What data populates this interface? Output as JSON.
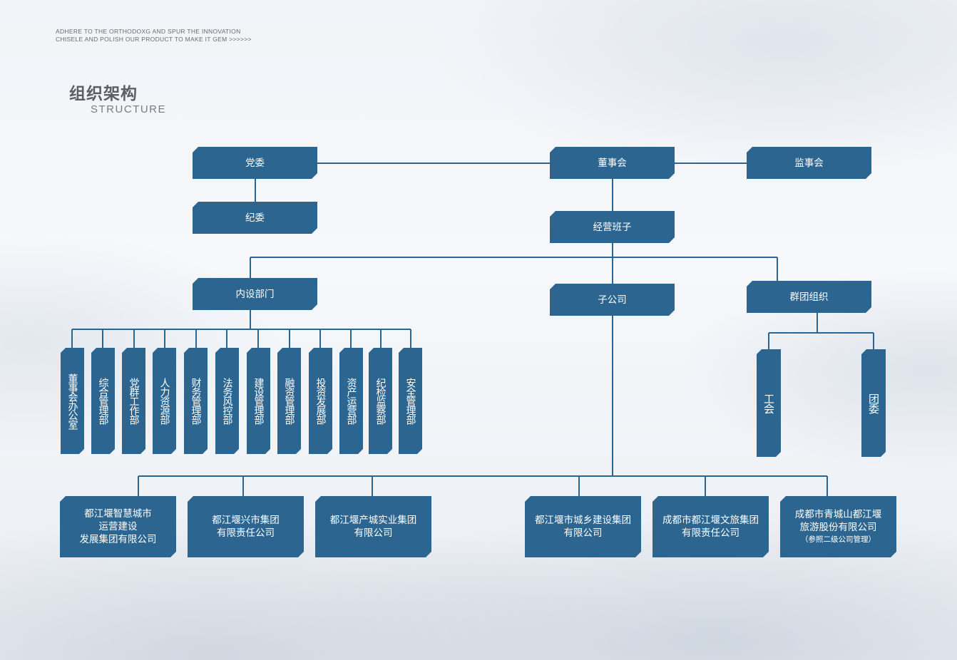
{
  "header": {
    "slogan_line1": "ADHERE TO THE ORTHODOXG AND  SPUR THE INNOVATION",
    "slogan_line2": "CHISELE AND POLISH OUR PRODUCT TO MAKE IT GEM  >>>>>>",
    "title": "组织架构",
    "subtitle": "STRUCTURE"
  },
  "colors": {
    "node_fill": "#2c6690",
    "line": "#2c6690",
    "text": "#ffffff"
  },
  "top": {
    "party_committee": "党委",
    "board": "董事会",
    "supervisory_board": "监事会",
    "discipline_committee": "纪委",
    "management_team": "经营班子"
  },
  "branches": {
    "internal_departments": "内设部门",
    "subsidiaries": "子公司",
    "mass_organizations": "群团组织"
  },
  "departments": [
    "董事会办公室",
    "综合管理部",
    "党群工作部",
    "人力资源部",
    "财务管理部",
    "法务风控部",
    "建设管理部",
    "融资管理部",
    "投资发展部",
    "资产运营部",
    "纪检监察部",
    "安全管理部"
  ],
  "mass_orgs": [
    "工会",
    "团委"
  ],
  "subsidiaries": [
    {
      "lines": [
        "都江堰智慧城市",
        "运营建设",
        "发展集团有限公司"
      ],
      "note": ""
    },
    {
      "lines": [
        "都江堰兴市集团",
        "有限责任公司"
      ],
      "note": ""
    },
    {
      "lines": [
        "都江堰产城实业集团",
        "有限公司"
      ],
      "note": ""
    },
    {
      "lines": [
        "都江堰市城乡建设集团",
        "有限公司"
      ],
      "note": ""
    },
    {
      "lines": [
        "成都市都江堰文旅集团",
        "有限责任公司"
      ],
      "note": ""
    },
    {
      "lines": [
        "成都市青城山都江堰",
        "旅游股份有限公司"
      ],
      "note": "（参照二级公司管理）"
    }
  ]
}
